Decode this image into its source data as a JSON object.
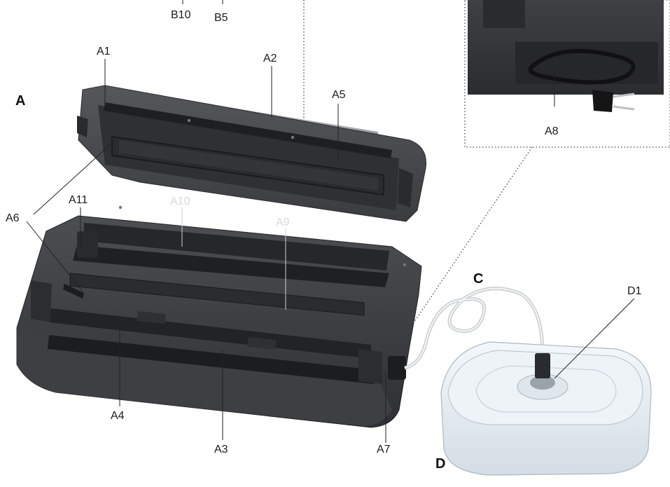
{
  "sections": {
    "a": "A",
    "c": "C",
    "d": "D"
  },
  "labels": {
    "b10": "B10",
    "b5": "B5",
    "a1": "A1",
    "a2": "A2",
    "a3": "A3",
    "a4": "A4",
    "a5": "A5",
    "a6": "A6",
    "a7": "A7",
    "a8": "A8",
    "a9": "A9",
    "a10": "A10",
    "a11": "A11",
    "d1": "D1"
  },
  "colors": {
    "body_dark": "#3b3d40",
    "body_mid": "#4a4c50",
    "body_light": "#5c5e62",
    "channel": "#232427",
    "steel": "#b9bcbf",
    "container": "#e6eef4",
    "hose": "#eef1f3"
  },
  "icons": {
    "device": "vacuum-sealer-illustration",
    "inset": "power-cord-inset",
    "container": "vacuum-container-illustration"
  }
}
